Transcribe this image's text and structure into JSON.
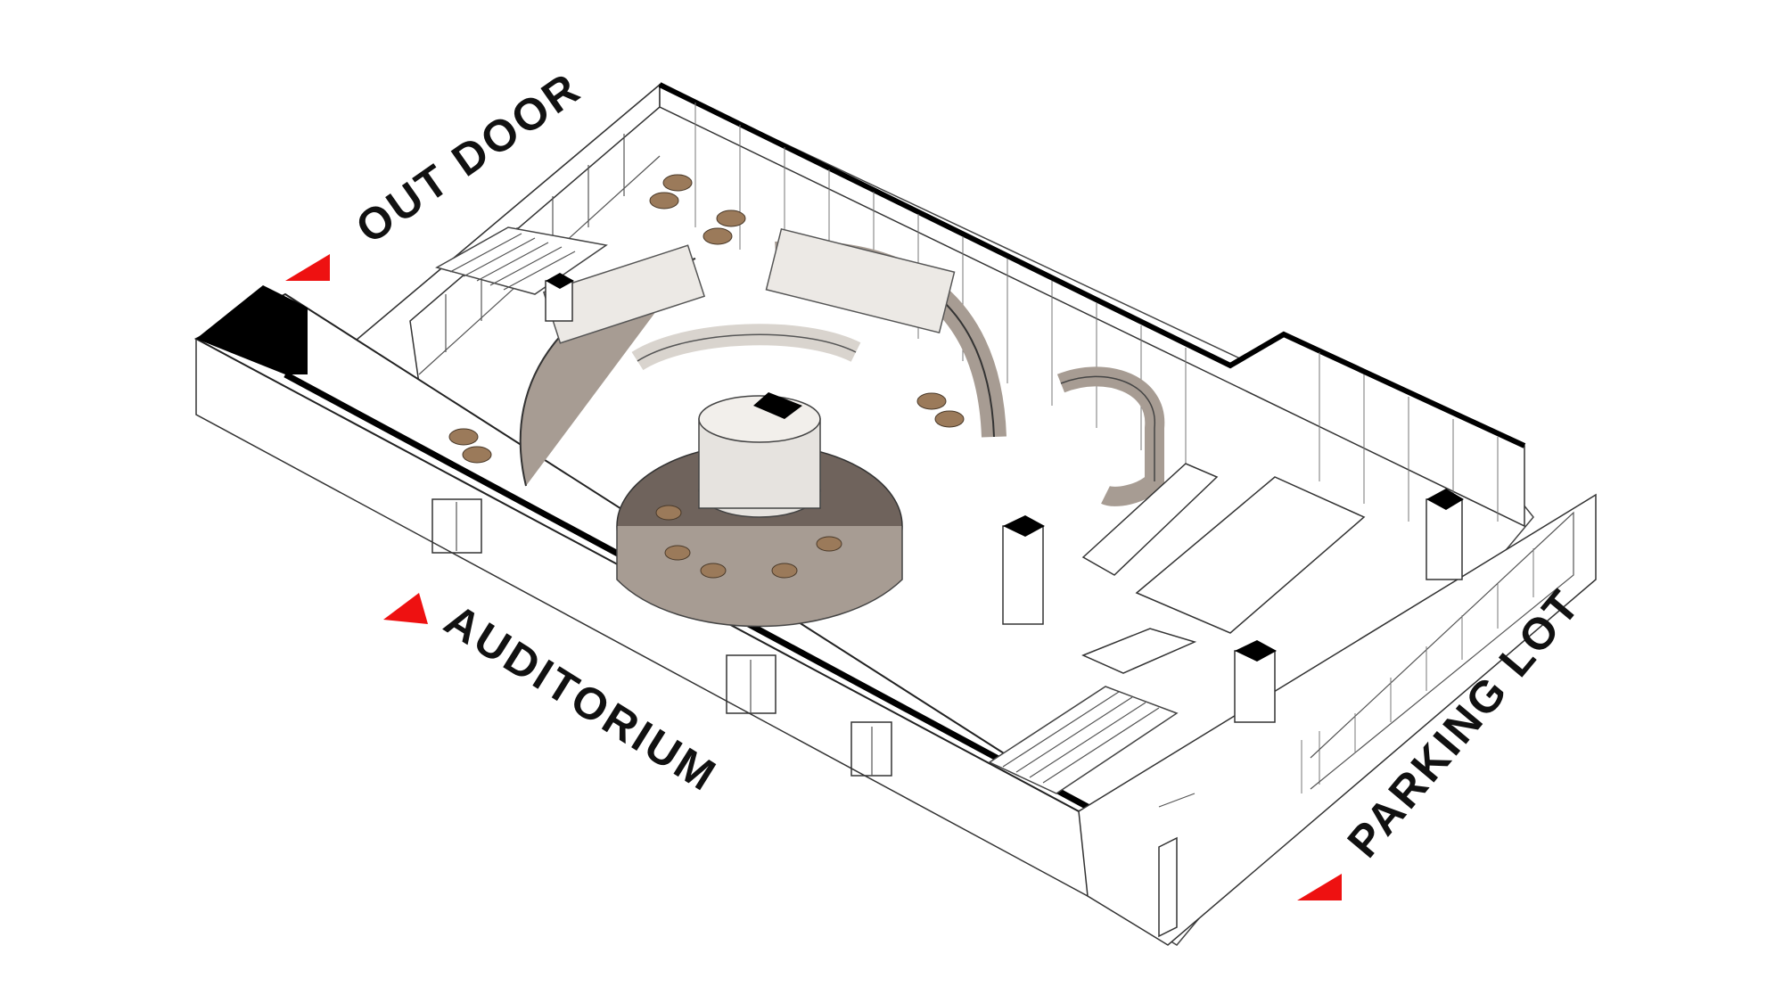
{
  "labels": {
    "out_door": "OUT DOOR",
    "auditorium": "AUDITORIUM",
    "parking_lot": "PARKING LOT"
  },
  "colors": {
    "arrow": "#ee1111",
    "wall_dark": "#000000",
    "wood": "#a79c93",
    "wood_dark": "#6f635c"
  }
}
